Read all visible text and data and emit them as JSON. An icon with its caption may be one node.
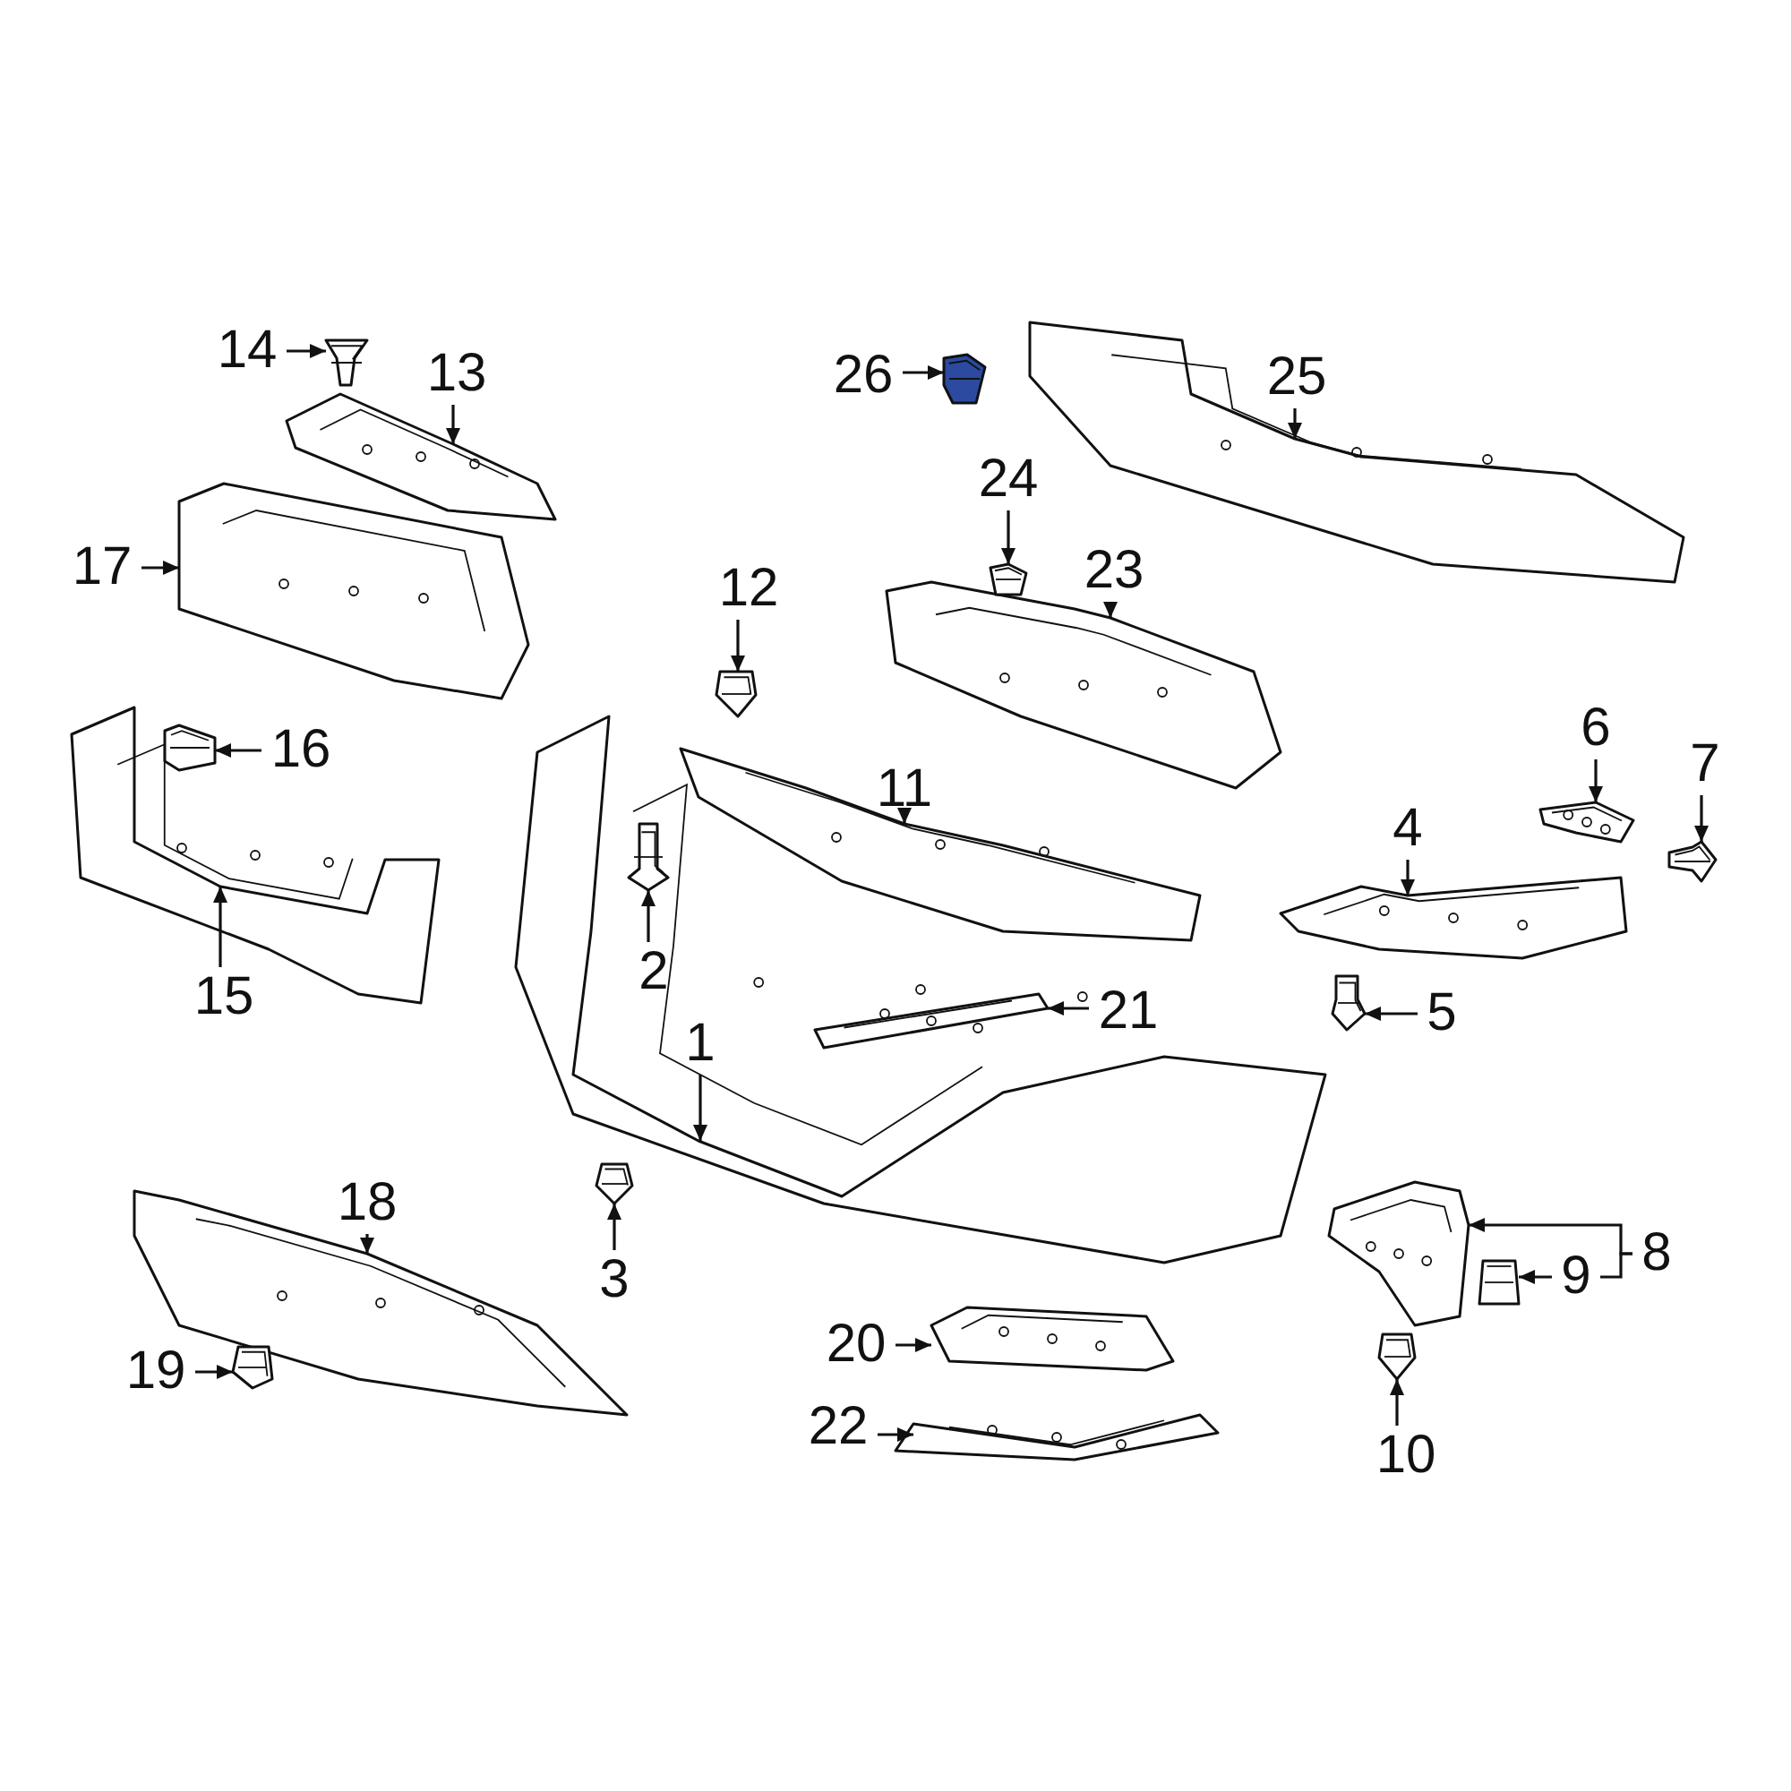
{
  "diagram": {
    "nodes": [
      {
        "text": [
          "1"
        ]
      },
      {
        "text": [
          "2"
        ]
      },
      {
        "text": [
          "3"
        ]
      },
      {
        "text": [
          "4"
        ]
      },
      {
        "text": [
          "5"
        ]
      },
      {
        "text": [
          "6"
        ]
      },
      {
        "text": [
          "7"
        ]
      },
      {
        "text": [
          "8"
        ]
      },
      {
        "text": [
          "9"
        ]
      },
      {
        "text": [
          "10"
        ]
      },
      {
        "text": [
          "11"
        ]
      },
      {
        "text": [
          "12"
        ]
      },
      {
        "text": [
          "13"
        ]
      },
      {
        "text": [
          "14"
        ]
      },
      {
        "text": [
          "15"
        ]
      },
      {
        "text": [
          "16"
        ]
      },
      {
        "text": [
          "17"
        ]
      },
      {
        "text": [
          "18"
        ]
      },
      {
        "text": [
          "19"
        ]
      },
      {
        "text": [
          "20"
        ]
      },
      {
        "text": [
          "21"
        ]
      },
      {
        "text": [
          "22"
        ]
      },
      {
        "text": [
          "23"
        ]
      },
      {
        "text": [
          "24"
        ]
      },
      {
        "text": [
          "25"
        ]
      },
      {
        "text": [
          "26"
        ]
      },
      {
        "text": [],
        "shape": "picture"
      },
      {
        "text": [],
        "shape": "picture"
      },
      {
        "text": [],
        "shape": "picture"
      },
      {
        "text": [],
        "shape": "picture"
      },
      {
        "text": [],
        "shape": "picture"
      },
      {
        "text": [],
        "shape": "picture"
      },
      {
        "text": [],
        "shape": "picture"
      },
      {
        "text": [],
        "shape": "picture"
      },
      {
        "text": [],
        "shape": "picture"
      },
      {
        "text": [],
        "shape": "picture"
      },
      {
        "text": [],
        "shape": "picture"
      },
      {
        "text": [],
        "shape": "picture"
      },
      {
        "text": [],
        "shape": "picture"
      },
      {
        "text": [],
        "shape": "picture"
      },
      {
        "text": [],
        "shape": "picture"
      },
      {
        "text": [],
        "shape": "picture"
      },
      {
        "text": [],
        "shape": "picture"
      },
      {
        "text": [],
        "shape": "picture"
      },
      {
        "text": [],
        "shape": "picture"
      },
      {
        "text": [],
        "shape": "picture"
      },
      {
        "text": [],
        "shape": "picture"
      },
      {
        "text": [],
        "shape": "picture"
      },
      {
        "text": [],
        "shape": "picture"
      },
      {
        "text": [],
        "shape": "picture"
      },
      {
        "text": [],
        "shape": "picture"
      },
      {
        "text": [],
        "shape": "picture"
      }
    ],
    "edges": [
      {
        "from": 0,
        "to": 26,
        "arrow": "to"
      },
      {
        "from": 1,
        "to": 27,
        "arrow": "to"
      },
      {
        "from": 2,
        "to": 28,
        "arrow": "to"
      },
      {
        "from": 3,
        "to": 29,
        "arrow": "to"
      },
      {
        "from": 4,
        "to": 30,
        "arrow": "to"
      },
      {
        "from": 5,
        "to": 31,
        "arrow": "to"
      },
      {
        "from": 6,
        "to": 32,
        "arrow": "to"
      },
      {
        "from": 7,
        "to": 33,
        "arrow": "to"
      },
      {
        "from": 8,
        "to": 34,
        "arrow": "to"
      },
      {
        "from": 9,
        "to": 35,
        "arrow": "to"
      },
      {
        "from": 10,
        "to": 36,
        "arrow": "to"
      },
      {
        "from": 11,
        "to": 37,
        "arrow": "to"
      },
      {
        "from": 12,
        "to": 38,
        "arrow": "to"
      },
      {
        "from": 13,
        "to": 39,
        "arrow": "to"
      },
      {
        "from": 14,
        "to": 40,
        "arrow": "to"
      },
      {
        "from": 15,
        "to": 41,
        "arrow": "to"
      },
      {
        "from": 16,
        "to": 42,
        "arrow": "to"
      },
      {
        "from": 17,
        "to": 43,
        "arrow": "to"
      },
      {
        "from": 18,
        "to": 44,
        "arrow": "to"
      },
      {
        "from": 19,
        "to": 45,
        "arrow": "to"
      },
      {
        "from": 20,
        "to": 46,
        "arrow": "to"
      },
      {
        "from": 21,
        "to": 47,
        "arrow": "to"
      },
      {
        "from": 22,
        "to": 48,
        "arrow": "to"
      },
      {
        "from": 23,
        "to": 49,
        "arrow": "to"
      },
      {
        "from": 24,
        "to": 50,
        "arrow": "to"
      },
      {
        "from": 25,
        "to": 51,
        "arrow": "to"
      },
      {
        "from": 7,
        "to": 8,
        "arrow": "none"
      }
    ]
  }
}
